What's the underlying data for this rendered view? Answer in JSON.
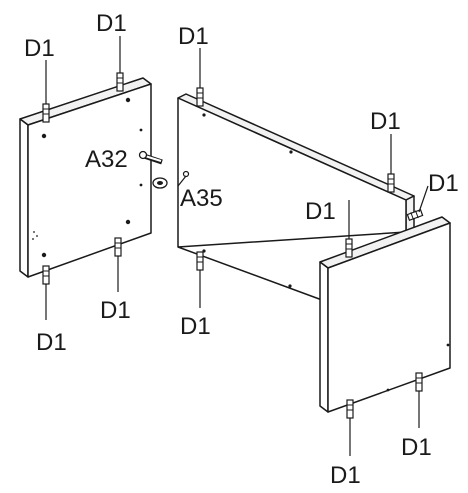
{
  "parts": {
    "dowel": "D1",
    "screw": "A32",
    "cam_lock": "A35"
  },
  "callouts": [
    {
      "id": "d1-top-left-1",
      "part": "dowel",
      "text": "D1"
    },
    {
      "id": "d1-top-left-2",
      "part": "dowel",
      "text": "D1"
    },
    {
      "id": "d1-top-center",
      "part": "dowel",
      "text": "D1"
    },
    {
      "id": "d1-right-upper",
      "part": "dowel",
      "text": "D1"
    },
    {
      "id": "d1-right-edge",
      "part": "dowel",
      "text": "D1"
    },
    {
      "id": "d1-right-panel-top",
      "part": "dowel",
      "text": "D1"
    },
    {
      "id": "a32",
      "part": "screw",
      "text": "A32"
    },
    {
      "id": "a35",
      "part": "cam_lock",
      "text": "A35"
    },
    {
      "id": "d1-left-bottom-1",
      "part": "dowel",
      "text": "D1"
    },
    {
      "id": "d1-left-bottom-2",
      "part": "dowel",
      "text": "D1"
    },
    {
      "id": "d1-center-bottom",
      "part": "dowel",
      "text": "D1"
    },
    {
      "id": "d1-right-bottom-1",
      "part": "dowel",
      "text": "D1"
    },
    {
      "id": "d1-right-bottom-2",
      "part": "dowel",
      "text": "D1"
    }
  ]
}
